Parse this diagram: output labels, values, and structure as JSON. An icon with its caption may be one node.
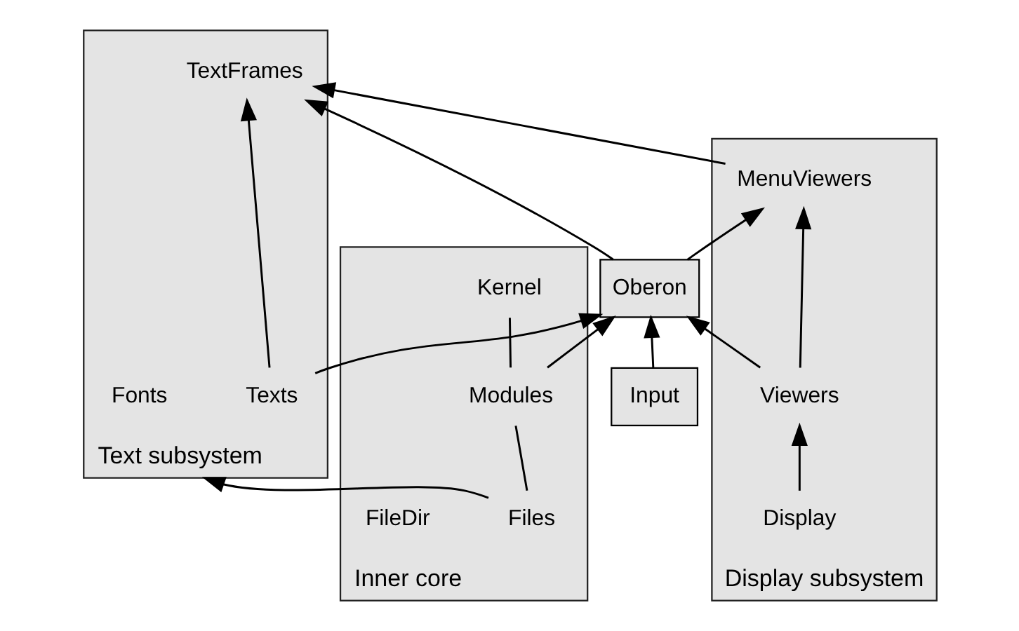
{
  "diagram": {
    "nodes": [
      {
        "text": [
          "Text subsystem"
        ]
      },
      {
        "text": [
          "TextFrames"
        ],
        "in": 0
      },
      {
        "text": [
          "Texts"
        ],
        "in": 0
      },
      {
        "text": [
          "Fonts"
        ],
        "in": 0
      },
      {
        "text": [
          "Oberon"
        ]
      },
      {
        "text": [
          "Display subsystem"
        ]
      },
      {
        "text": [
          "MenuViewers"
        ],
        "in": 5
      },
      {
        "text": [
          "Viewers"
        ],
        "in": 5
      },
      {
        "text": [
          "Display"
        ],
        "in": 5
      },
      {
        "text": [
          "Inner core"
        ]
      },
      {
        "text": [
          "Modules"
        ],
        "in": 9
      },
      {
        "text": [
          "Files"
        ],
        "in": 9
      },
      {
        "text": [
          "FileDir"
        ],
        "in": 9
      },
      {
        "text": [
          "Kernel"
        ],
        "in": 9
      },
      {
        "text": [
          "Input"
        ]
      }
    ],
    "edges": [
      {
        "from": 2,
        "to": 1,
        "arrow": "to"
      },
      {
        "from": 4,
        "to": 1,
        "arrow": "to"
      },
      {
        "from": 6,
        "to": 1,
        "arrow": "to"
      },
      {
        "from": 4,
        "to": 6,
        "arrow": "to"
      },
      {
        "from": 2,
        "to": 4,
        "arrow": "to"
      },
      {
        "from": 10,
        "to": 4,
        "arrow": "to"
      },
      {
        "from": 14,
        "to": 4,
        "arrow": "to"
      },
      {
        "from": 7,
        "to": 4,
        "arrow": "to"
      },
      {
        "from": 7,
        "to": 6,
        "arrow": "to"
      },
      {
        "from": 8,
        "to": 7,
        "arrow": "to"
      },
      {
        "from": 11,
        "to": 0,
        "arrow": "to"
      },
      {
        "from": 11,
        "to": 10,
        "arrow": "none"
      },
      {
        "from": 10,
        "to": 13,
        "arrow": "none"
      }
    ]
  }
}
